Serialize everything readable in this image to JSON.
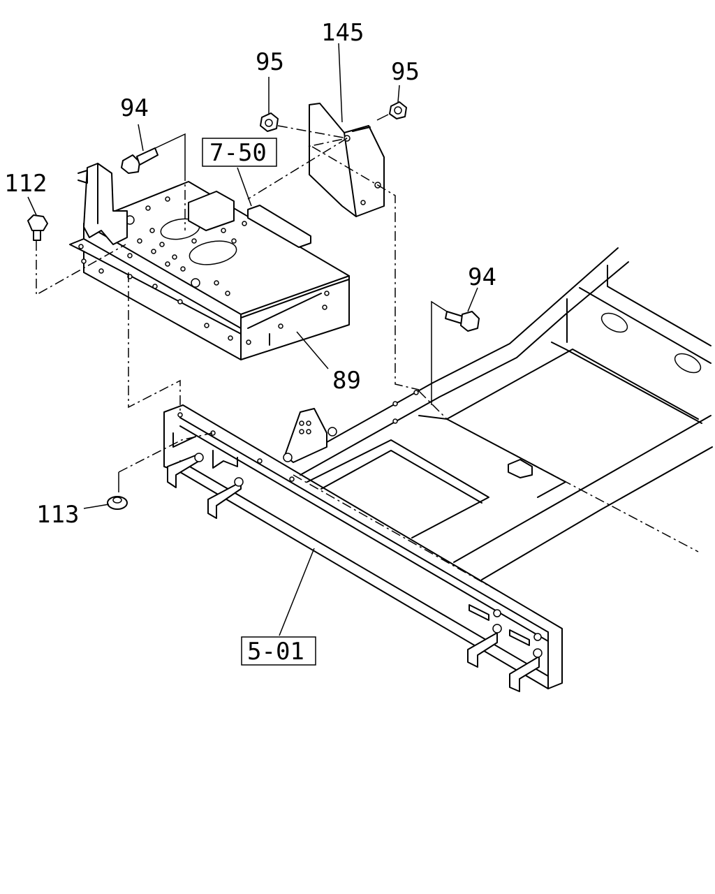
{
  "callouts": {
    "c145": "145",
    "c95_left": "95",
    "c95_right": "95",
    "c94_top": "94",
    "c94_right": "94",
    "c112": "112",
    "c113": "113",
    "c89": "89",
    "ref_7_50": "7-50",
    "ref_5_01": "5-01"
  }
}
